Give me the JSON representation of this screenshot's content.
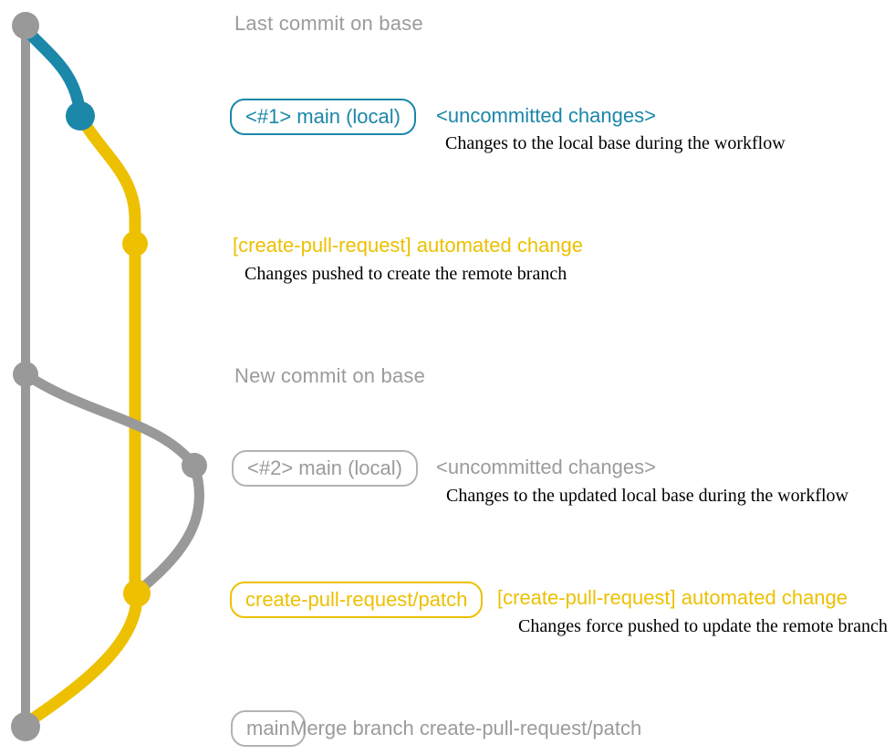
{
  "colors": {
    "gray_line": "#999999",
    "gray_text": "#9b9b9b",
    "gray_border": "#b3b3b3",
    "teal": "#1b87a9",
    "yellow": "#edc001",
    "ink": "#000000"
  },
  "rows": {
    "last_commit": {
      "title": "Last commit on base"
    },
    "main_local_1": {
      "branch_label": "<#1> main (local)",
      "commit_message": "<uncommitted changes>",
      "description": "Changes to the local base during the workflow"
    },
    "automated_change_1": {
      "commit_message": "[create-pull-request] automated change",
      "description": "Changes pushed to create the remote branch"
    },
    "new_commit": {
      "title": "New commit on base"
    },
    "main_local_2": {
      "branch_label": "<#2> main (local)",
      "commit_message": "<uncommitted changes>",
      "description": "Changes to the updated local base during the workflow"
    },
    "automated_change_2": {
      "branch_label": "create-pull-request/patch",
      "commit_message": "[create-pull-request] automated change",
      "description": "Changes force pushed to update the remote branch"
    },
    "merge": {
      "branch_label": "main",
      "commit_message": "Merge branch create-pull-request/patch"
    }
  },
  "graph": {
    "branches": [
      {
        "name": "base",
        "color_key": "gray_line"
      },
      {
        "name": "main-local-1",
        "color_key": "teal"
      },
      {
        "name": "create-pull-request-patch",
        "color_key": "yellow"
      },
      {
        "name": "main-local-2",
        "color_key": "gray_line"
      }
    ],
    "commits": [
      {
        "id": "last-commit-on-base",
        "branch": "base",
        "color_key": "gray_line"
      },
      {
        "id": "main-local-1-uncommitted",
        "branch": "main-local-1",
        "color_key": "teal"
      },
      {
        "id": "automated-change-1",
        "branch": "create-pull-request-patch",
        "color_key": "yellow"
      },
      {
        "id": "new-commit-on-base",
        "branch": "base",
        "color_key": "gray_line"
      },
      {
        "id": "main-local-2-uncommitted",
        "branch": "main-local-2",
        "color_key": "gray_line"
      },
      {
        "id": "automated-change-2",
        "branch": "create-pull-request-patch",
        "color_key": "yellow"
      },
      {
        "id": "merge-commit",
        "branch": "base",
        "color_key": "gray_line"
      }
    ]
  }
}
